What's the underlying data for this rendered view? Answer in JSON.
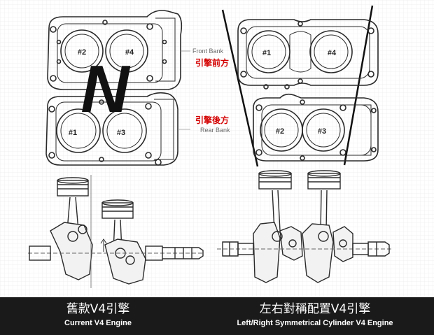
{
  "banks": {
    "front_en": "Front Bank",
    "front_cn": "引擎前方",
    "rear_cn": "引擎後方",
    "rear_en": "Rear Bank"
  },
  "left_diagram": {
    "overlay_letter": "N",
    "cylinders": [
      "#2",
      "#4",
      "#1",
      "#3"
    ]
  },
  "right_diagram": {
    "cylinders": [
      "#1",
      "#4",
      "#2",
      "#3"
    ]
  },
  "captions": {
    "left_cn": "舊款V4引擎",
    "left_en": "Current V4 Engine",
    "right_cn": "左右對稱配置V4引擎",
    "right_en": "Left/Right Symmetrical Cylinder V4 Engine"
  },
  "colors": {
    "ink": "#2a2a2a",
    "accent_red": "#d40000",
    "caption_bg": "#1a1a1a"
  }
}
